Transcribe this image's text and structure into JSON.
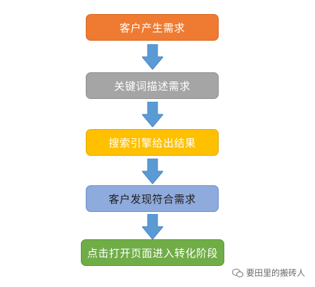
{
  "flow": {
    "steps": [
      {
        "label": "客户产生需求",
        "color": "#ef7b32"
      },
      {
        "label": "关键词描述需求",
        "color": "#a5a5a5"
      },
      {
        "label": "搜索引擎给出结果",
        "color": "#ffc000"
      },
      {
        "label": "客户发现符合需求",
        "color": "#8faadc"
      },
      {
        "label": "点击打开页面进入转化阶段",
        "color": "#70ad47"
      }
    ],
    "arrow_color": "#5b9bd5"
  },
  "watermark": {
    "text": "要田里的搬砖人",
    "icon": "wechat-icon"
  }
}
